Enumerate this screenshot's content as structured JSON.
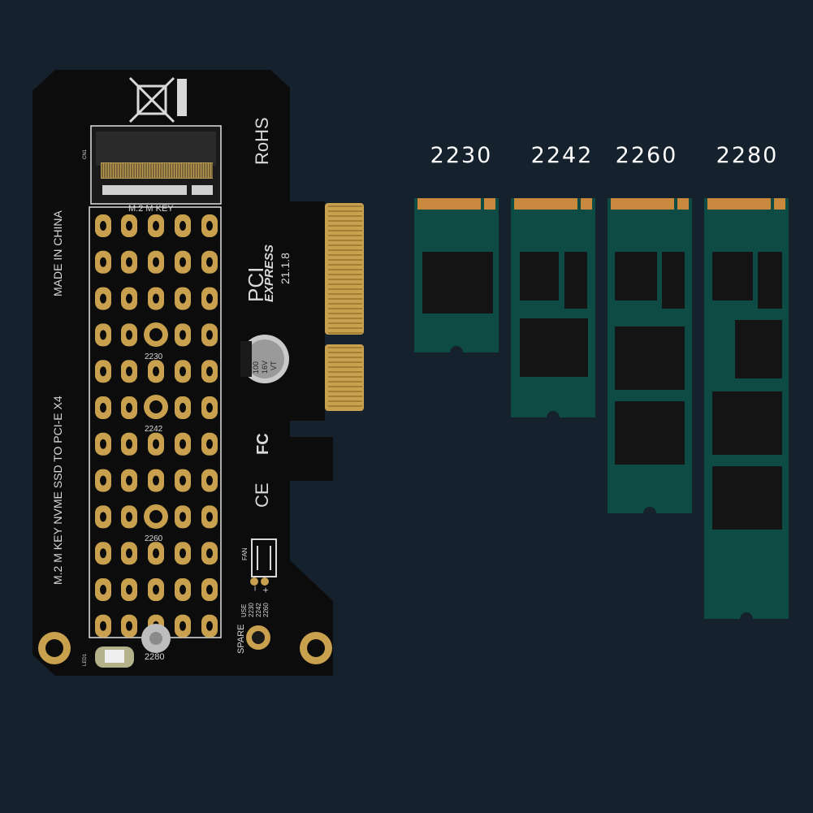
{
  "board": {
    "rohs": "RoHS",
    "made_in": "MADE IN CHINA",
    "product": "M.2 M KEY NVME SSD TO PCI-E X4",
    "slot_label": "M.2 M KEY",
    "pci": "PCI",
    "express": "EXPRESS",
    "date_code": "21.1.8",
    "cap_text": [
      "100",
      "16V",
      "VT"
    ],
    "fcc": "FC",
    "ce": "CE",
    "fan": "FAN",
    "minus": "−",
    "plus": "+",
    "spare": "SPARE",
    "use_list": [
      "USE",
      "2230",
      "2242",
      "2260"
    ],
    "led": "LED1",
    "cn": "CN1",
    "hole_labels": [
      "2230",
      "2242",
      "2260",
      "2280"
    ],
    "pcb_color": "#0c0c0c",
    "gold_color": "#c8a04e"
  },
  "ssds": [
    {
      "label": "2230"
    },
    {
      "label": "2242"
    },
    {
      "label": "2260"
    },
    {
      "label": "2280"
    }
  ],
  "colors": {
    "background": "#15212d",
    "ssd_green": "#0f4b45",
    "ssd_contacts": "#c8893e",
    "chip": "#141414"
  }
}
